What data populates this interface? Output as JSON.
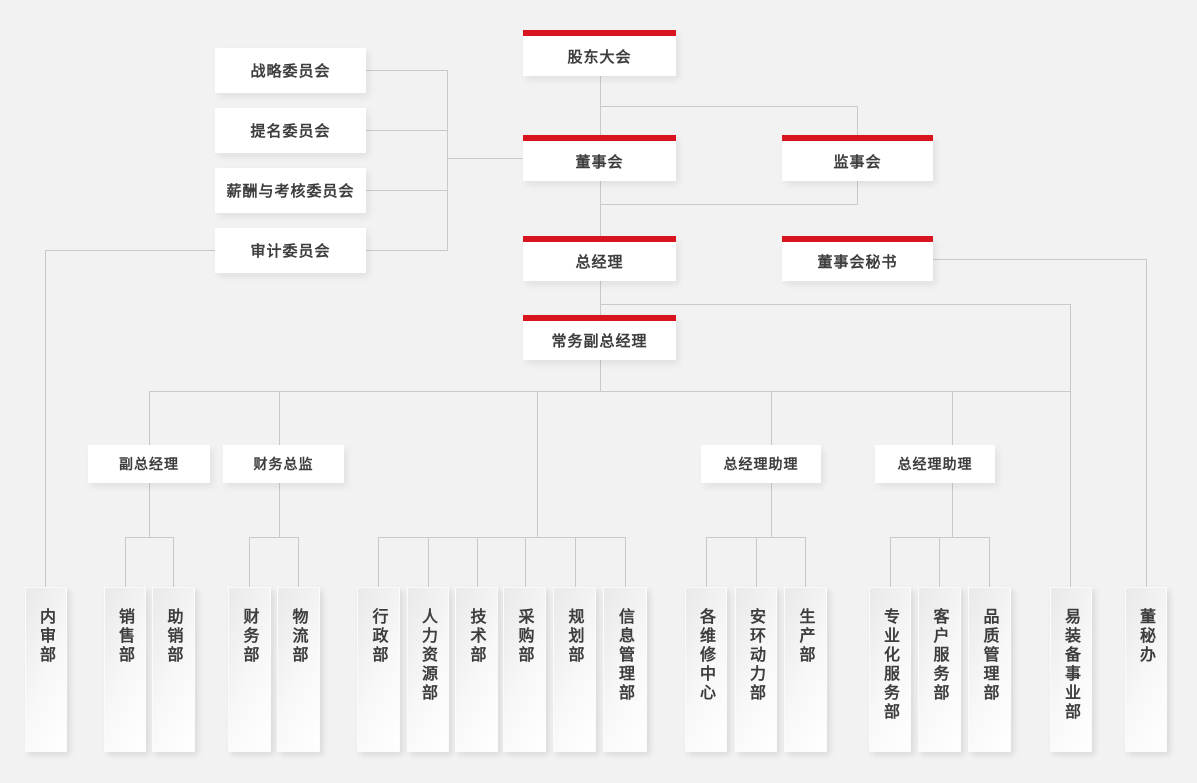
{
  "colors": {
    "accent_red": "#d8141e",
    "line_color": "#c9c9c9",
    "bg_color": "#f2f2f2",
    "text_color": "#3d3d3d"
  },
  "nodes": {
    "shareholders": {
      "label": "股东大会"
    },
    "board": {
      "label": "董事会"
    },
    "supervisory": {
      "label": "监事会"
    },
    "gm": {
      "label": "总经理"
    },
    "board_secretary": {
      "label": "董事会秘书"
    },
    "exec_deputy_gm": {
      "label": "常务副总经理"
    }
  },
  "committees": [
    {
      "label": "战略委员会"
    },
    {
      "label": "提名委员会"
    },
    {
      "label": "薪酬与考核委员会"
    },
    {
      "label": "审计委员会"
    }
  ],
  "managers": [
    {
      "label": "副总经理"
    },
    {
      "label": "财务总监"
    },
    {
      "label": "总经理助理"
    },
    {
      "label": "总经理助理"
    }
  ],
  "departments": [
    {
      "label": "内审部"
    },
    {
      "label": "销售部"
    },
    {
      "label": "助销部"
    },
    {
      "label": "财务部"
    },
    {
      "label": "物流部"
    },
    {
      "label": "行政部"
    },
    {
      "label": "人力资源部"
    },
    {
      "label": "技术部"
    },
    {
      "label": "采购部"
    },
    {
      "label": "规划部"
    },
    {
      "label": "信息管理部"
    },
    {
      "label": "各维修中心"
    },
    {
      "label": "安环动力部"
    },
    {
      "label": "生产部"
    },
    {
      "label": "专业化服务部"
    },
    {
      "label": "客户服务部"
    },
    {
      "label": "品质管理部"
    },
    {
      "label": "易装备事业部"
    },
    {
      "label": "董秘办"
    }
  ]
}
